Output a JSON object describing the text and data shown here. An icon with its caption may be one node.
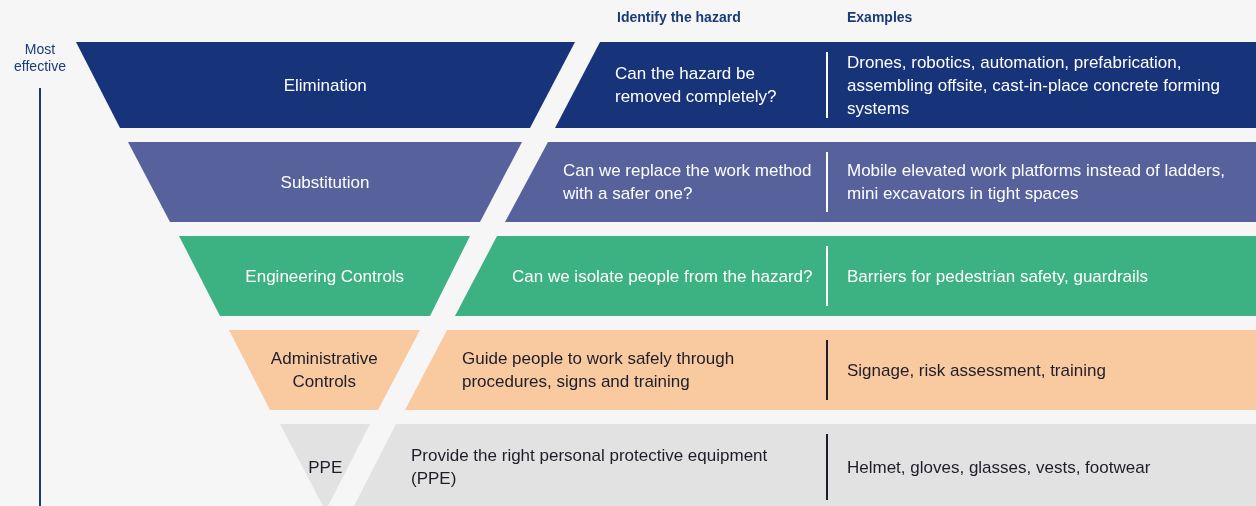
{
  "diagram": {
    "nodes": [
      {
        "text": [
          "Elimination"
        ]
      },
      {
        "text": [
          "Can the hazard be removed completely?",
          "Drones, robotics, automation, prefabrication, assembling offsite, cast-in-place concrete forming systems"
        ]
      },
      {
        "text": [
          "Substitution"
        ]
      },
      {
        "text": [
          "Can we replace the work method with a safer one?",
          "Mobile elevated work platforms instead of ladders, mini excavators in tight spaces"
        ]
      },
      {
        "text": [
          "Engineering Controls"
        ]
      },
      {
        "text": [
          "Can we isolate people from the hazard?",
          "Barriers for pedestrian safety, guardrails"
        ]
      },
      {
        "text": [
          "Administrative Controls"
        ]
      },
      {
        "text": [
          "Guide people to work safely through procedures, signs and training",
          "Signage, risk assessment, training"
        ]
      },
      {
        "text": [
          "PPE"
        ]
      },
      {
        "text": [
          "Provide the right personal protective equipment (PPE)",
          "Helmet, gloves, glasses, vests, footwear"
        ]
      }
    ],
    "labels": [
      "Identify the hazard",
      "Examples",
      "Most effective"
    ]
  }
}
